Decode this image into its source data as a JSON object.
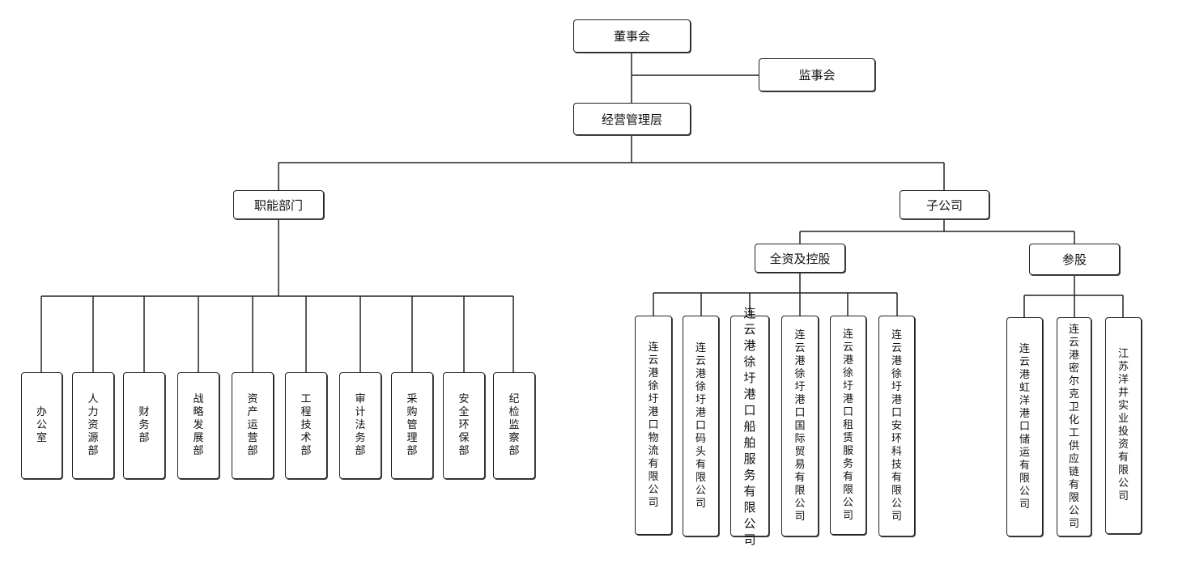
{
  "top": {
    "board": "董事会",
    "supervisors": "监事会",
    "management": "经营管理层"
  },
  "branches": {
    "functional": "职能部门",
    "subsidiaries": "子公司"
  },
  "functional_departments": [
    "办公室",
    "人力资源部",
    "财务部",
    "战略发展部",
    "资产运营部",
    "工程技术部",
    "审计法务部",
    "采购管理部",
    "安全环保部",
    "纪检监察部"
  ],
  "subsidiary_groups": {
    "wholly_owned": {
      "label": "全资及控股",
      "companies": [
        "连云港徐圩港口物流有限公司",
        "连云港徐圩港口码头有限公司",
        "连云港徐圩港口船舶服务有限公司",
        "连云港徐圩港口国际贸易有限公司",
        "连云港徐圩港口租赁服务有限公司",
        "连云港徐圩港口安环科技有限公司"
      ]
    },
    "equity": {
      "label": "参股",
      "companies": [
        "连云港虹洋港口储运有限公司",
        "连云港密尔克卫化工供应链有限公司",
        "江苏洋井实业投资有限公司"
      ]
    }
  }
}
